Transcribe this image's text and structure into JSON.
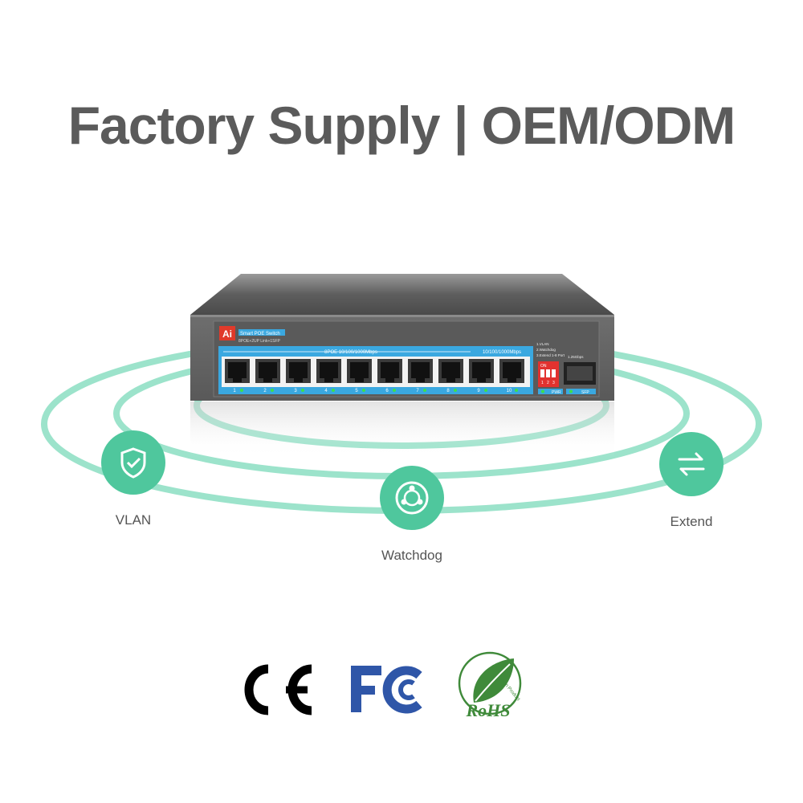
{
  "headline": "Factory Supply | OEM/ODM",
  "device": {
    "brand_badge": "Ai",
    "model_name": "Smart POE Switch",
    "model_sub": "8POE+2UP Link+1SFP",
    "group_poe_label": "8POE 10/100/1000Mbps",
    "group_uplink_label": "10/100/1000Mbps",
    "port_numbers": [
      "1",
      "2",
      "3",
      "4",
      "5",
      "6",
      "7",
      "8",
      "9",
      "10"
    ],
    "dip_legend": [
      "1.VLAN",
      "2.Watchdog",
      "3.Extend 1-8 Port"
    ],
    "dip_on": "ON",
    "dip_numbers": [
      "1",
      "2",
      "3"
    ],
    "sfp_speed": "1.25Gbps",
    "pwr_label": "PWR",
    "sfp_label": "SFP"
  },
  "features": [
    {
      "label": "VLAN",
      "icon": "shield-check-icon"
    },
    {
      "label": "Watchdog",
      "icon": "watchdog-icon"
    },
    {
      "label": "Extend",
      "icon": "swap-arrows-icon"
    }
  ],
  "certifications": [
    {
      "name": "CE",
      "icon": "ce-mark-icon"
    },
    {
      "name": "FC",
      "icon": "fcc-mark-icon"
    },
    {
      "name": "RoHS",
      "sub": "Green Product",
      "icon": "rohs-mark-icon"
    }
  ],
  "colors": {
    "headline": "#5b5b5b",
    "accent_green": "#4fc79d",
    "ring": "#8ee0c4",
    "port_strip": "#3aa8e0",
    "fc_blue": "#2f56a8",
    "rohs_green": "#3f8a3a"
  }
}
